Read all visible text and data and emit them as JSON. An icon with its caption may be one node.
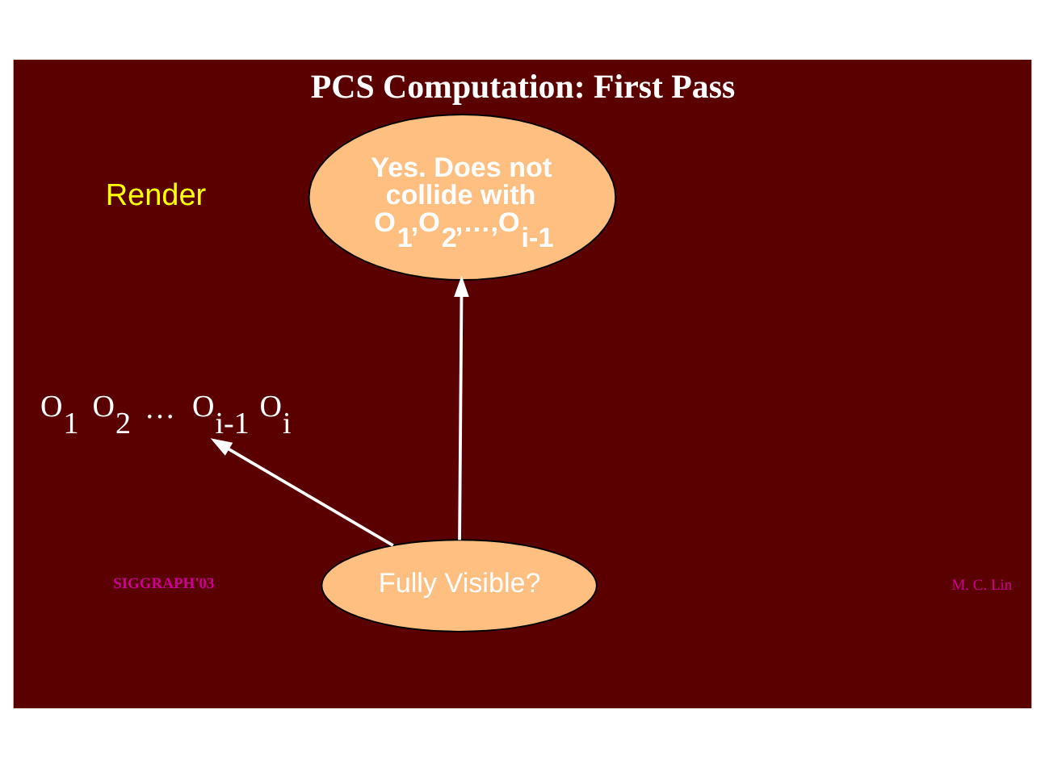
{
  "diagram": {
    "title": "PCS Computation: First Pass",
    "nodes": [
      {
        "text": [
          "O$_{1}$ O$_{2}$ … O$_{i-1}$ O$_{i}$"
        ]
      },
      {
        "text": [
          "Yes. Does not collide with O$_{1}$,O$_{2}$,…,O$_{i-1}$"
        ]
      },
      {
        "text": [
          "Fully Visible?"
        ]
      }
    ],
    "edges": [
      {
        "from": 2,
        "to": 0,
        "arrow": "to"
      },
      {
        "from": 2,
        "to": 1,
        "arrow": "to"
      }
    ],
    "labels": [
      "Render",
      "SIGGRAPH'03",
      "M. C. Lin"
    ]
  }
}
